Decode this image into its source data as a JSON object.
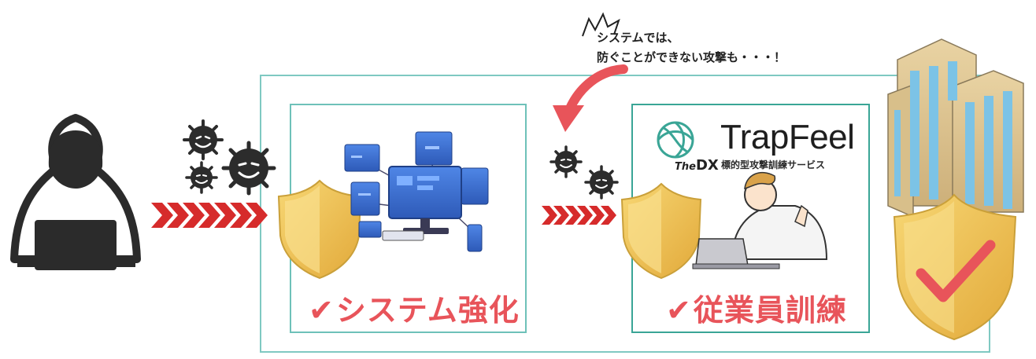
{
  "callout": {
    "line1": "システムでは、",
    "line2": "防ぐことができない攻撃も・・・！"
  },
  "panels": {
    "system": {
      "check": "✔",
      "label": "システム強化"
    },
    "training": {
      "check": "✔",
      "label": "従業員訓練"
    }
  },
  "brand": {
    "name": "TrapFeel",
    "tag_prefix": "The",
    "tag_main": "DX",
    "subtitle": "標的型攻撃訓練サービス"
  },
  "colors": {
    "accent_red": "#e8545a",
    "arrow_red": "#d62b2b",
    "frame_teal": "#7fc9c2",
    "shield_gold": "#f2c94c",
    "monitor_blue": "#3b6fd6"
  },
  "icons": [
    "hacker-icon",
    "virus-icon",
    "shield-icon",
    "devices-icon",
    "building-icon",
    "employee-icon",
    "curved-arrow-icon",
    "checkmark-icon"
  ]
}
